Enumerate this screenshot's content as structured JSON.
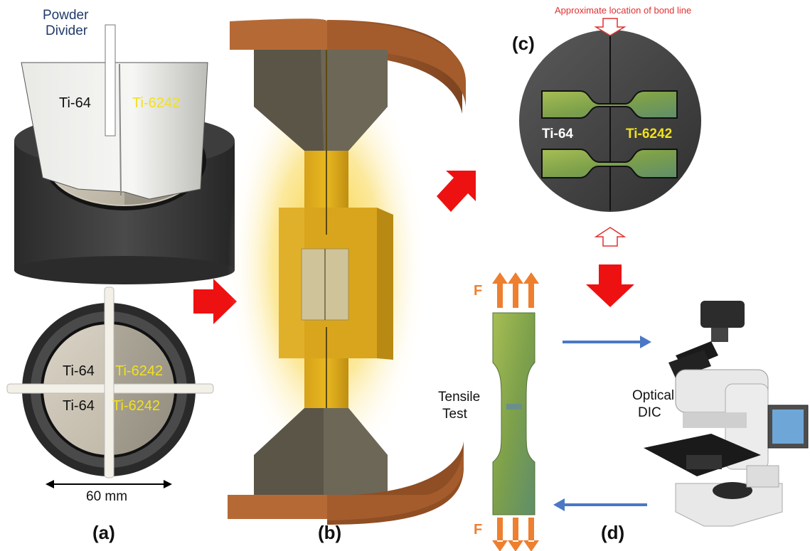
{
  "colors": {
    "red_arrow": "#ee1111",
    "blue_arrow": "#4a78c4",
    "force_arrow": "#ee7f2f",
    "ti6242_text": "#f2e11d",
    "ti64_text": "#111111",
    "bond_note": "#e03030",
    "copper": "#9a5328",
    "graphite": "#3a3a36",
    "glow": "#f5c518",
    "specimen_green": "#8fae4a"
  },
  "panel_a": {
    "label": "(a)",
    "powder_divider": [
      "Powder",
      "Divider"
    ],
    "top_left": "Ti-64",
    "top_right": "Ti-6242",
    "bottom_labels": {
      "upper_left": "Ti-64",
      "upper_right": "Ti-6242",
      "lower_left": "Ti-64",
      "lower_right": "Ti-6242"
    },
    "dimension": "60 mm"
  },
  "panel_b": {
    "label": "(b)"
  },
  "panel_c": {
    "label": "(c)",
    "bond_note": "Approximate location of  bond line",
    "left": "Ti-64",
    "right": "Ti-6242"
  },
  "panel_d": {
    "label": "(d)",
    "force_top": "F",
    "force_bottom": "F",
    "tensile": [
      "Tensile",
      "Test"
    ],
    "optical": [
      "Optical",
      "DIC"
    ]
  },
  "icons": {
    "red_arrows": "block-arrow-icon",
    "blue_arrows": "line-arrow-icon",
    "microscope": "microscope-icon"
  }
}
